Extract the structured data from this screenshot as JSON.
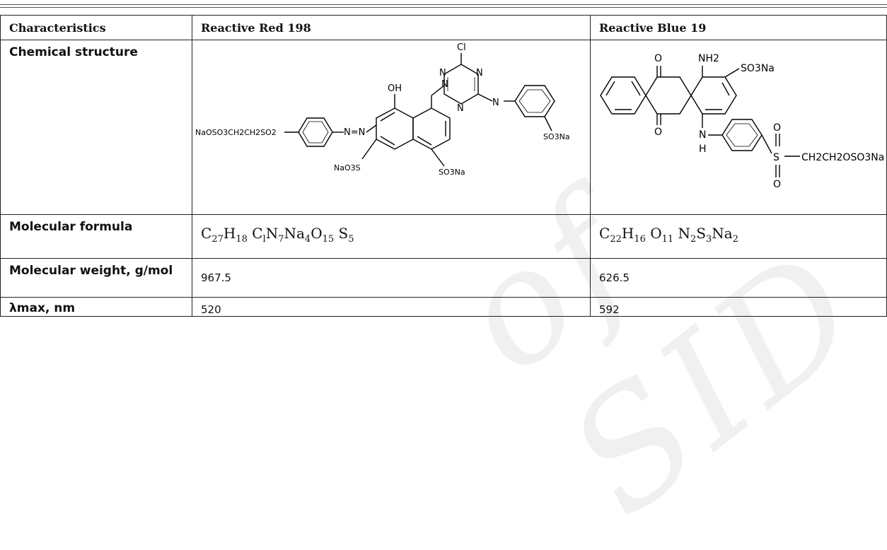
{
  "headers": {
    "col1": "Characteristics",
    "col2": "Reactive Red 198",
    "col3": "Reactive Blue 19"
  },
  "rows": {
    "structure_label": "Chemical structure",
    "formula_label": "Molecular formula",
    "weight_label": "Molecular weight, g/mol",
    "lambda_label": "λmax, nm"
  },
  "red198": {
    "weight": "967.5",
    "lambda": "520",
    "structure_texts": [
      "Cl",
      "N",
      "N",
      "N",
      "OH",
      "N",
      "N",
      "N=N",
      "NaOSO3CH2CH2SO2",
      "NaO3S",
      "SO3Na",
      "SO3Na"
    ]
  },
  "blue19": {
    "weight": "626.5",
    "lambda": "592",
    "structure_texts": [
      "O",
      "NH2",
      "SO3Na",
      "O",
      "N",
      "H",
      "S",
      "O",
      "O",
      "CH2CH2OSO3Na"
    ]
  },
  "watermark": "of SID"
}
